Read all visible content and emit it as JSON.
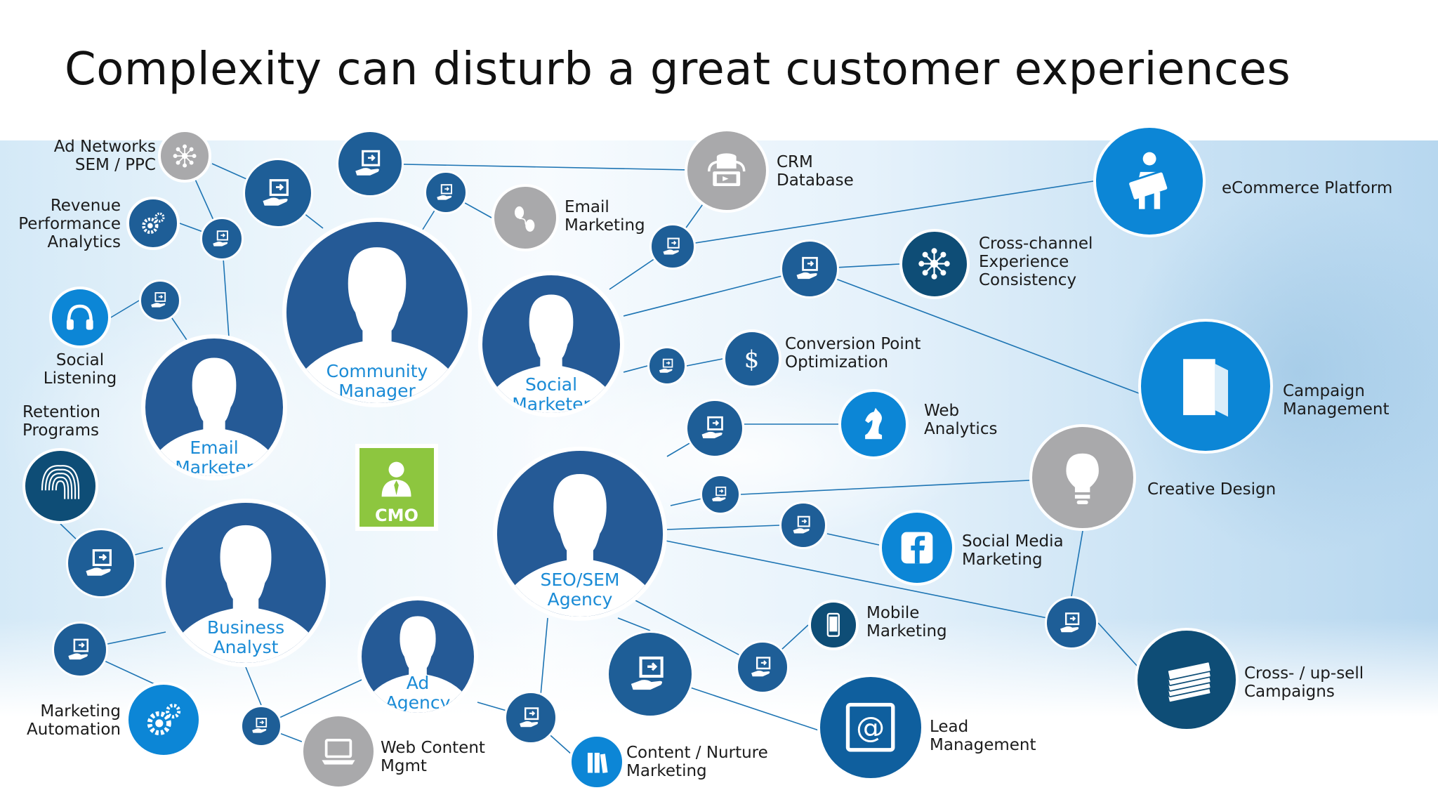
{
  "title": "Complexity can disturb a great customer experiences",
  "colors": {
    "person_fill": "#255a96",
    "hub_fill": "#1e5e97",
    "accent_blue": "#0c86d6",
    "dark_navy": "#0e4d76",
    "gray_icon": "#a9a9ab",
    "cmo_green": "#8dc63f",
    "line": "#1d74b3",
    "person_label": "#1a8bd6"
  },
  "people": [
    {
      "id": "community-manager",
      "label": "Community\nManager"
    },
    {
      "id": "email-marketer",
      "label": "Email\nMarketer"
    },
    {
      "id": "social-marketer",
      "label": "Social\nMarketer"
    },
    {
      "id": "business-analyst",
      "label": "Business\nAnalyst"
    },
    {
      "id": "seo-sem-agency",
      "label": "SEO/SEM\nAgency"
    },
    {
      "id": "ad-agency",
      "label": "Ad\nAgency"
    }
  ],
  "cmo": {
    "label": "CMO"
  },
  "channels": [
    {
      "id": "ad-networks",
      "label": "Ad Networks\nSEM / PPC",
      "icon": "network-icon"
    },
    {
      "id": "revenue-performance",
      "label": "Revenue\nPerformance\nAnalytics",
      "icon": "gears-icon"
    },
    {
      "id": "social-listening",
      "label": "Social\nListening",
      "icon": "headphones-icon"
    },
    {
      "id": "retention-programs",
      "label": "Retention\nPrograms",
      "icon": "fingerprint-icon"
    },
    {
      "id": "marketing-automation",
      "label": "Marketing\nAutomation",
      "icon": "gears-icon"
    },
    {
      "id": "web-content-mgmt",
      "label": "Web Content\nMgmt",
      "icon": "laptop-icon"
    },
    {
      "id": "email-marketing",
      "label": "Email\nMarketing",
      "icon": "mouse-icon"
    },
    {
      "id": "crm-database",
      "label": "CRM\nDatabase",
      "icon": "database-icon"
    },
    {
      "id": "ecommerce-platform",
      "label": "eCommerce Platform",
      "icon": "shopper-card-icon"
    },
    {
      "id": "cross-channel",
      "label": "Cross-channel\nExperience\nConsistency",
      "icon": "network-icon"
    },
    {
      "id": "conversion-point",
      "label": "Conversion Point\nOptimization",
      "icon": "dollar-plug-icon"
    },
    {
      "id": "campaign-management",
      "label": "Campaign\nManagement",
      "icon": "folder-icon"
    },
    {
      "id": "web-analytics",
      "label": "Web\nAnalytics",
      "icon": "chess-knight-icon"
    },
    {
      "id": "creative-design",
      "label": "Creative Design",
      "icon": "lightbulb-icon"
    },
    {
      "id": "social-media-marketing",
      "label": "Social Media\nMarketing",
      "icon": "facebook-icon"
    },
    {
      "id": "mobile-marketing",
      "label": "Mobile\nMarketing",
      "icon": "mobile-phone-icon"
    },
    {
      "id": "cross-up-sell",
      "label": "Cross- / up-sell\nCampaigns",
      "icon": "money-stack-icon"
    },
    {
      "id": "lead-management",
      "label": "Lead\nManagement",
      "icon": "at-sign-icon"
    },
    {
      "id": "content-nurture",
      "label": "Content / Nurture\nMarketing",
      "icon": "books-icon"
    }
  ]
}
